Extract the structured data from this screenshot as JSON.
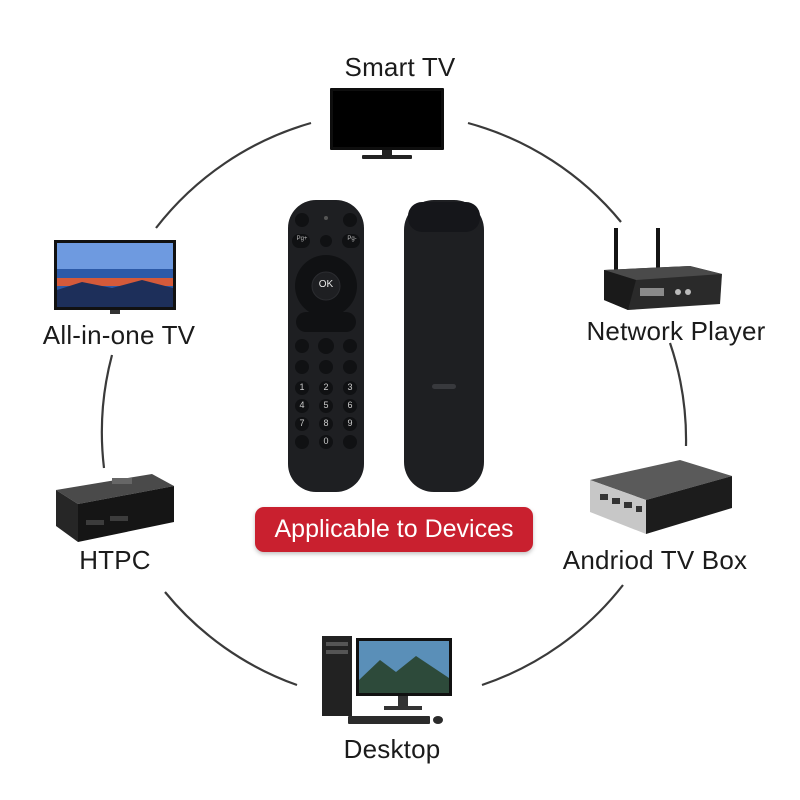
{
  "headline": "Applicable to Devices",
  "devices": {
    "smart_tv": "Smart TV",
    "network_player": "Network Player",
    "android_tv_box": "Andriod TV Box",
    "desktop": "Desktop",
    "htpc": "HTPC",
    "all_in_one_tv": "All-in-one TV"
  },
  "remote": {
    "center_button": "OK",
    "page_up": "Pg+",
    "page_down": "Pg-",
    "number_keys": [
      "1",
      "2",
      "3",
      "4",
      "5",
      "6",
      "7",
      "8",
      "9",
      "0"
    ]
  },
  "colors": {
    "badge": "#c9202f",
    "remote_body": "#1e1f22",
    "circle_line": "#3a3a3a"
  }
}
